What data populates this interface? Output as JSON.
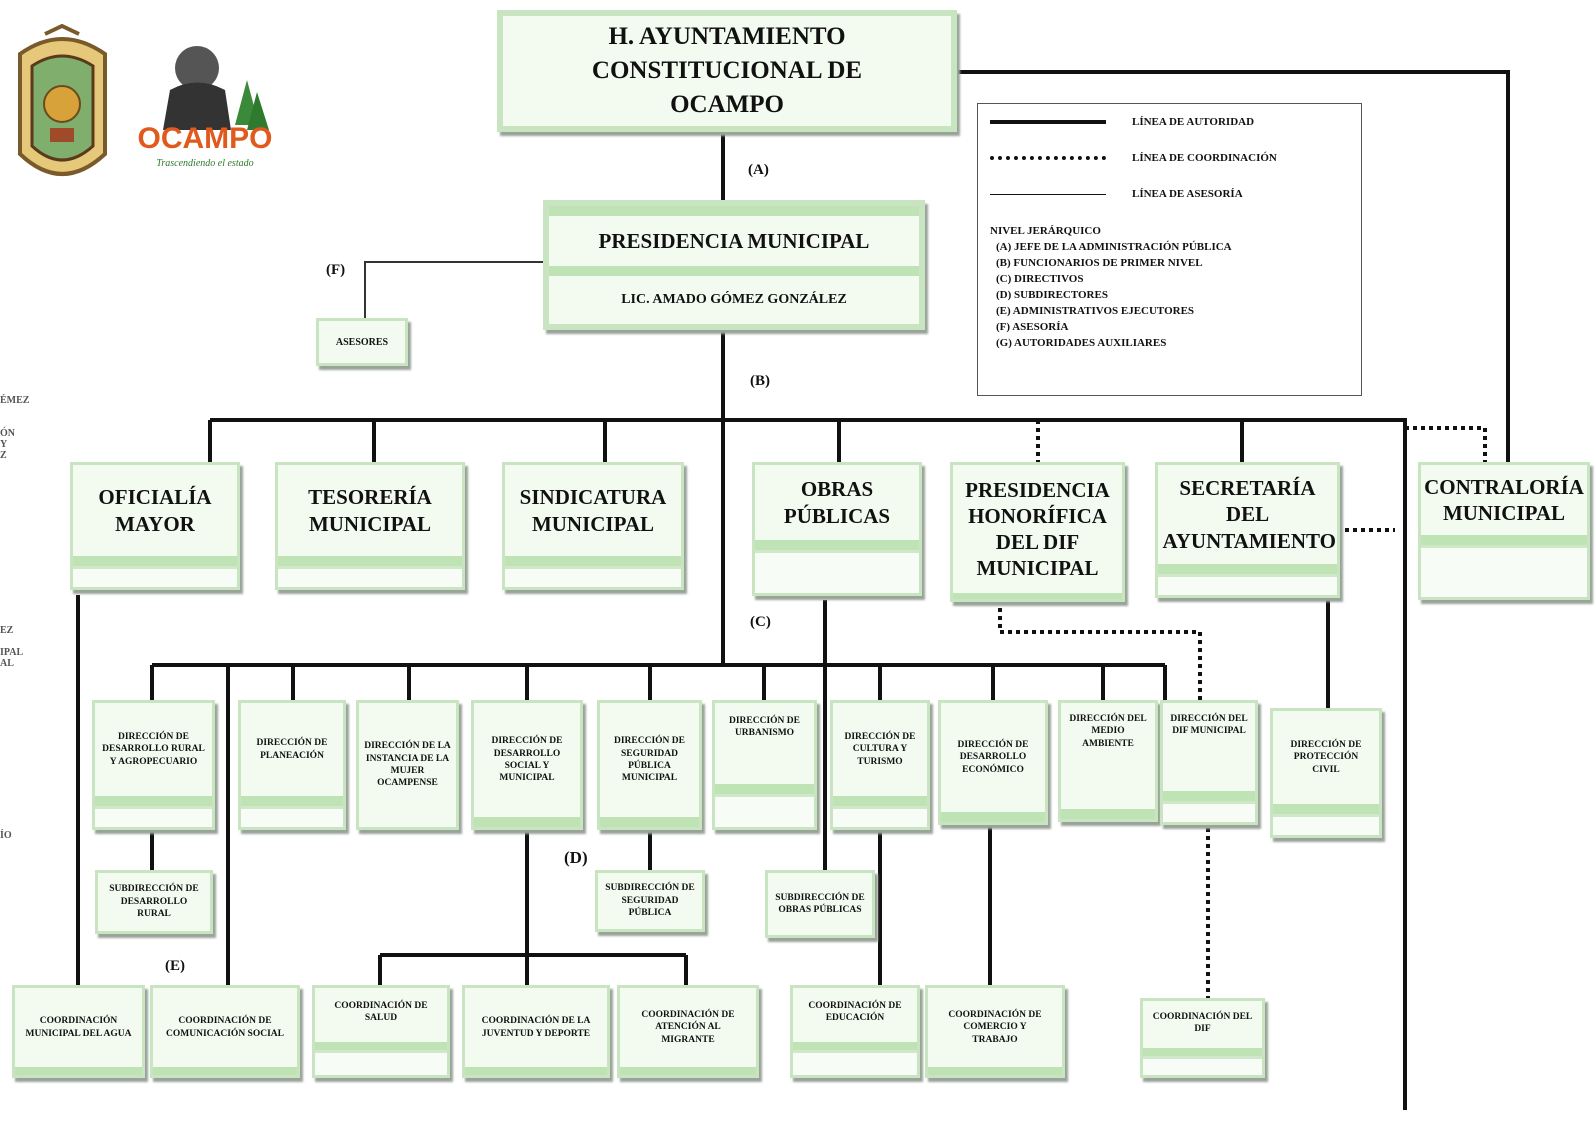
{
  "logos": {
    "left_shield": "coat-of-arms",
    "right_brand_text": "OCAMPO",
    "right_brand_slogan": "Trascendiendo el estado"
  },
  "nodes": {
    "ayuntamiento": "H. AYUNTAMIENTO CONSTITUCIONAL DE OCAMPO",
    "presidencia": "PRESIDENCIA MUNICIPAL",
    "presidente": "LIC. AMADO GÓMEZ GONZÁLEZ",
    "asesores": "ASESORES",
    "oficialia": "OFICIALÍA MAYOR",
    "tesoreria": "TESORERÍA MUNICIPAL",
    "sindicatura": "SINDICATURA MUNICIPAL",
    "obras": "OBRAS PÚBLICAS",
    "dif_pres": "PRESIDENCIA HONORÍFICA DEL DIF MUNICIPAL",
    "secretaria": "SECRETARÍA DEL AYUNTAMIENTO",
    "contraloria": "CONTRALORÍA MUNICIPAL",
    "d_rural": "DIRECCIÓN DE DESARROLLO RURAL Y AGROPECUARIO",
    "d_planeacion": "DIRECCIÓN DE PLANEACIÓN",
    "d_mujer": "DIRECCIÓN DE LA INSTANCIA DE LA MUJER OCAMPENSE",
    "d_social": "DIRECCIÓN DE DESARROLLO SOCIAL Y MUNICIPAL",
    "d_seguridad": "DIRECCIÓN DE SEGURIDAD PÚBLICA MUNICIPAL",
    "d_urbanismo": "DIRECCIÓN DE URBANISMO",
    "d_cultura": "DIRECCIÓN DE CULTURA Y TURISMO",
    "d_economico": "DIRECCIÓN DE DESARROLLO ECONÓMICO",
    "d_ambiente": "DIRECCIÓN DEL MEDIO AMBIENTE",
    "d_dif": "DIRECCIÓN DEL DIF MUNICIPAL",
    "d_proteccion": "DIRECCIÓN DE PROTECCIÓN CIVIL",
    "s_rural": "SUBDIRECCIÓN DE DESARROLLO RURAL",
    "s_seguridad": "SUBDIRECCIÓN DE SEGURIDAD PÚBLICA",
    "s_obras": "SUBDIRECCIÓN DE OBRAS PÚBLICAS",
    "c_agua": "COORDINACIÓN MUNICIPAL DEL AGUA",
    "c_comunicacion": "COORDINACIÓN DE COMUNICACIÓN SOCIAL",
    "c_salud": "COORDINACIÓN DE SALUD",
    "c_juventud": "COORDINACIÓN DE LA JUVENTUD Y DEPORTE",
    "c_migrante": "COORDINACIÓN DE ATENCIÓN AL MIGRANTE",
    "c_educacion": "COORDINACIÓN DE EDUCACIÓN",
    "c_comercio": "COORDINACIÓN DE COMERCIO Y TRABAJO",
    "c_dif": "COORDINACIÓN DEL DIF"
  },
  "levels": {
    "A": "(A)",
    "B": "(B)",
    "C": "(C)",
    "D": "(D)",
    "E": "(E)",
    "F": "(F)"
  },
  "legend": {
    "authority": "LÍNEA DE AUTORIDAD",
    "coordination": "LÍNEA DE COORDINACIÓN",
    "advisory": "LÍNEA DE ASESORÍA",
    "title": "NIVEL JERÁRQUICO",
    "items": [
      "(A) JEFE DE LA ADMINISTRACIÓN PÚBLICA",
      "(B) FUNCIONARIOS DE PRIMER NIVEL",
      "(C) DIRECTIVOS",
      "(D) SUBDIRECTORES",
      "(E) ADMINISTRATIVOS EJECUTORES",
      "(F) ASESORÍA",
      "(G) AUTORIDADES AUXILIARES"
    ]
  }
}
